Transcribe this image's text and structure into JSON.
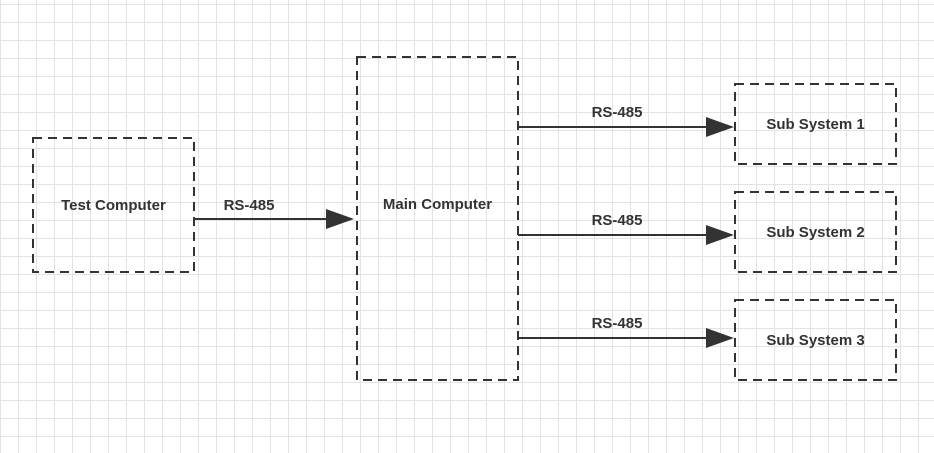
{
  "diagram": {
    "nodes": {
      "test_computer": {
        "label": "Test Computer"
      },
      "main_computer": {
        "label": "Main Computer"
      },
      "sub_system_1": {
        "label": "Sub System 1"
      },
      "sub_system_2": {
        "label": "Sub System 2"
      },
      "sub_system_3": {
        "label": "Sub System 3"
      }
    },
    "edges": [
      {
        "from": "Test Computer",
        "to": "Main Computer",
        "label": "RS-485"
      },
      {
        "from": "Main Computer",
        "to": "Sub System 1",
        "label": "RS-485"
      },
      {
        "from": "Main Computer",
        "to": "Sub System 2",
        "label": "RS-485"
      },
      {
        "from": "Main Computer",
        "to": "Sub System 3",
        "label": "RS-485"
      }
    ],
    "colors": {
      "stroke": "#333333",
      "grid": "#e3e3e3",
      "background": "#ffffff"
    },
    "border_style": "dashed"
  }
}
